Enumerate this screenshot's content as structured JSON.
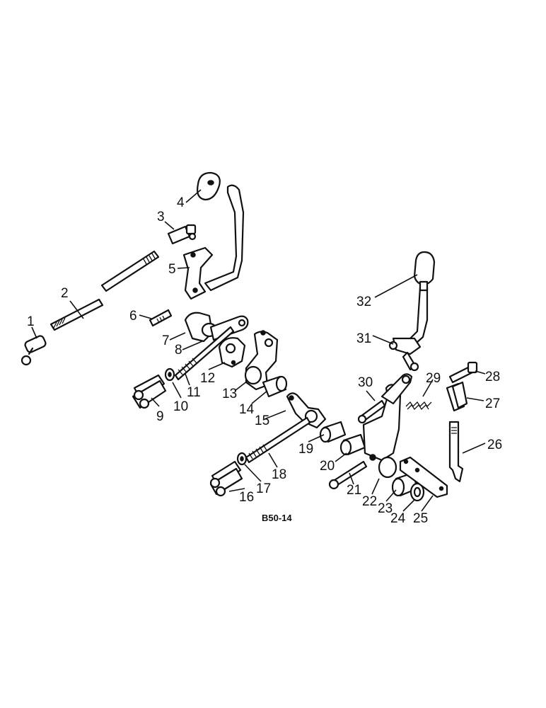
{
  "diagram_code": "B50-14",
  "callouts": [
    {
      "n": "1"
    },
    {
      "n": "2"
    },
    {
      "n": "3"
    },
    {
      "n": "4"
    },
    {
      "n": "5"
    },
    {
      "n": "6"
    },
    {
      "n": "7"
    },
    {
      "n": "8"
    },
    {
      "n": "9"
    },
    {
      "n": "10"
    },
    {
      "n": "11"
    },
    {
      "n": "12"
    },
    {
      "n": "13"
    },
    {
      "n": "14"
    },
    {
      "n": "15"
    },
    {
      "n": "16"
    },
    {
      "n": "17"
    },
    {
      "n": "18"
    },
    {
      "n": "19"
    },
    {
      "n": "20"
    },
    {
      "n": "21"
    },
    {
      "n": "22"
    },
    {
      "n": "23"
    },
    {
      "n": "24"
    },
    {
      "n": "25"
    },
    {
      "n": "26"
    },
    {
      "n": "27"
    },
    {
      "n": "28"
    },
    {
      "n": "29"
    },
    {
      "n": "30"
    },
    {
      "n": "31"
    },
    {
      "n": "32"
    }
  ]
}
